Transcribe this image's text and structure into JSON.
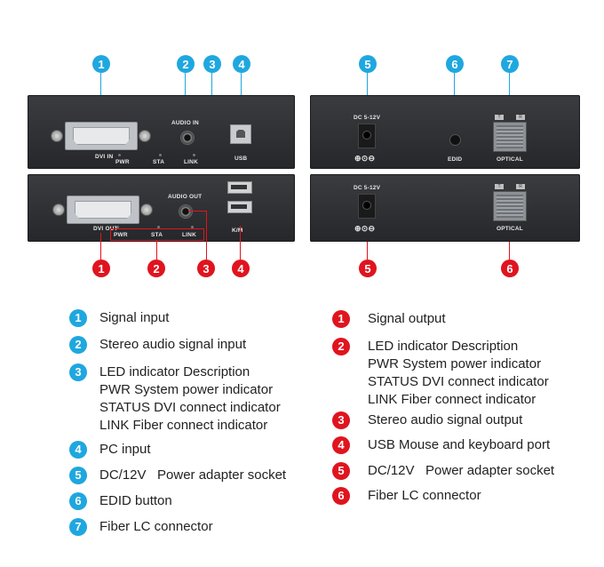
{
  "callouts": {
    "top_left": [
      "1",
      "2",
      "3",
      "4"
    ],
    "bottom_left": [
      "1",
      "2",
      "3",
      "4"
    ],
    "top_right": [
      "5",
      "6",
      "7"
    ],
    "bottom_right": [
      "5",
      "6"
    ]
  },
  "device_labels": {
    "dvi_in": "DVI IN",
    "dvi_out": "DVI OUT",
    "audio_in": "AUDIO IN",
    "audio_out": "AUDIO OUT",
    "usb": "USB",
    "km": "K/M",
    "pwr": "PWR",
    "sta": "STA",
    "link": "LINK",
    "dc": "DC 5-12V",
    "edid": "EDID",
    "optical": "OPTICAL",
    "t": "T",
    "r": "R",
    "polarity": "⊕⊙⊖"
  },
  "legend_left": [
    {
      "num": "1",
      "lines": [
        "Signal input"
      ]
    },
    {
      "num": "2",
      "lines": [
        "Stereo audio signal input"
      ]
    },
    {
      "num": "3",
      "lines": [
        "LED indicator Description",
        "PWR System power indicator",
        "STATUS DVI connect indicator",
        "LINK Fiber connect indicator"
      ]
    },
    {
      "num": "4",
      "lines": [
        "PC input"
      ]
    },
    {
      "num": "5",
      "lines": [
        "DC/12V   Power adapter socket"
      ]
    },
    {
      "num": "6",
      "lines": [
        "EDID button"
      ]
    },
    {
      "num": "7",
      "lines": [
        "Fiber LC connector"
      ]
    }
  ],
  "legend_right": [
    {
      "num": "1",
      "lines": [
        "Signal output"
      ]
    },
    {
      "num": "2",
      "lines": [
        "LED indicator Description",
        "PWR System power indicator",
        "STATUS DVI connect indicator",
        "LINK Fiber connect indicator"
      ]
    },
    {
      "num": "3",
      "lines": [
        "Stereo audio signal output"
      ]
    },
    {
      "num": "4",
      "lines": [
        "USB Mouse and keyboard port"
      ]
    },
    {
      "num": "5",
      "lines": [
        "DC/12V   Power adapter socket"
      ]
    },
    {
      "num": "6",
      "lines": [
        "Fiber LC connector"
      ]
    }
  ],
  "colors": {
    "blue": "#1fa7df",
    "red": "#e0141e",
    "panel": "#2c2e31"
  }
}
